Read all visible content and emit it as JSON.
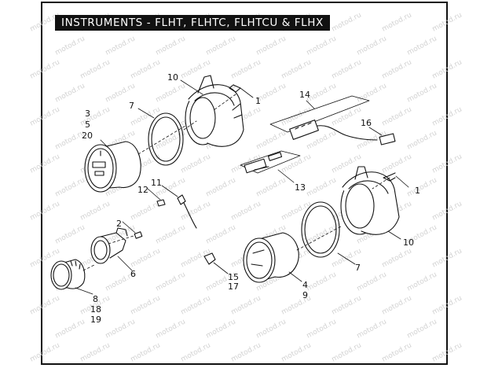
{
  "title": "INSTRUMENTS - FLHT, FLHTC, FLHTCU & FLHX",
  "watermark": "motod.ru",
  "callouts": {
    "c1a": "1",
    "c1b": "1",
    "c2": "2",
    "c3": "3",
    "c5": "5",
    "c20": "20",
    "c4": "4",
    "c9": "9",
    "c6": "6",
    "c7a": "7",
    "c7b": "7",
    "c8": "8",
    "c18": "18",
    "c19": "19",
    "c10a": "10",
    "c10b": "10",
    "c11": "11",
    "c12": "12",
    "c13": "13",
    "c14": "14",
    "c15": "15",
    "c17": "17",
    "c16": "16"
  },
  "colors": {
    "ink": "#111111",
    "watermark": "#d2d2d2",
    "title_bg": "#111111",
    "title_fg": "#ffffff"
  }
}
